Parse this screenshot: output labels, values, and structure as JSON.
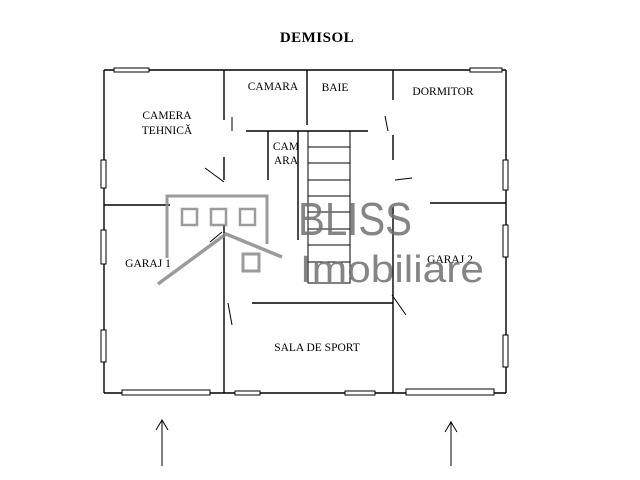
{
  "title": "DEMISOL",
  "rooms": {
    "camara_top": "CAMARA",
    "baie": "BAIE",
    "dormitor": "DORMITOR",
    "camera_tehnica_1": "CAMERA",
    "camera_tehnica_2": "TEHNICĂ",
    "camara_small_1": "CAM",
    "camara_small_2": "ARA",
    "garaj_1": "GARAJ 1",
    "garaj_2": "GARAJ 2",
    "sala_de_sport": "SALA DE SPORT"
  },
  "watermark": {
    "brand": "BLISS",
    "sub": "Imobiliare",
    "color": "#8a8a8a"
  },
  "icons": {
    "entrance_arrow": "arrow-up-icon",
    "logo": "house-logo-icon"
  }
}
